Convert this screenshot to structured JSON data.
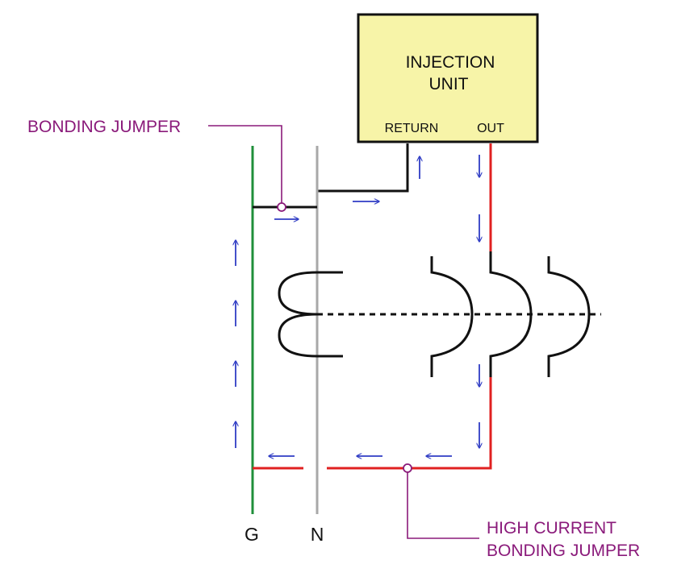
{
  "injection_unit": {
    "title_line1": "INJECTION",
    "title_line2": "UNIT",
    "return_label": "RETURN",
    "out_label": "OUT",
    "fill_color": "#f7f4a8"
  },
  "conductors": {
    "ground_label": "G",
    "neutral_label": "N",
    "ground_color": "#1f8f3a",
    "neutral_color": "#a8a8a8",
    "return_wire_color": "#111111",
    "high_current_path_color": "#e02020"
  },
  "callouts": {
    "bonding_jumper": "BONDING JUMPER",
    "high_current_line1": "HIGH CURRENT",
    "high_current_line2": "BONDING JUMPER",
    "callout_color": "#8a1a7a"
  },
  "current_flow": {
    "arrow_color": "#2f3cc4",
    "arrow_icon": "arrow-icon"
  }
}
